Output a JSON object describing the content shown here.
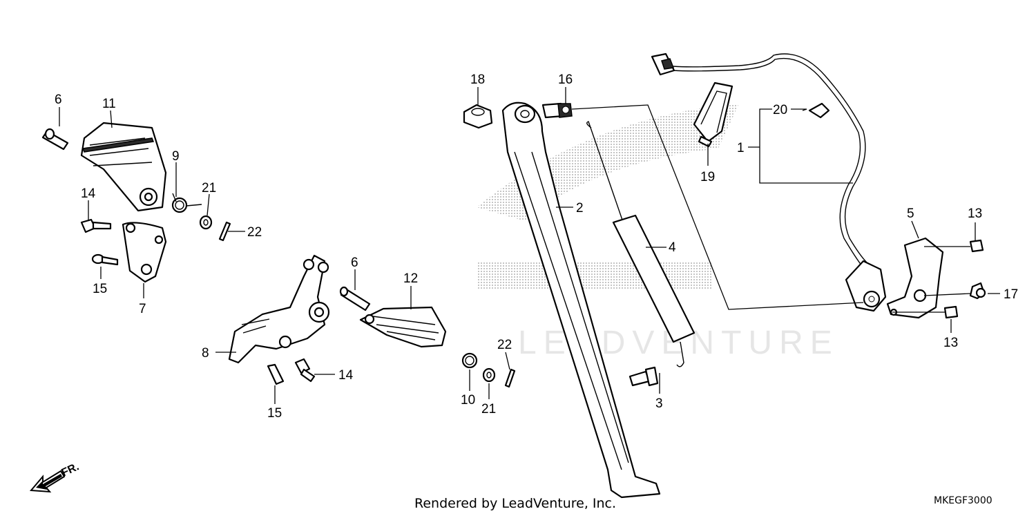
{
  "watermark": {
    "text": "LEADVENTURE"
  },
  "callouts": [
    {
      "id": "c6a",
      "text": "6"
    },
    {
      "id": "c11",
      "text": "11"
    },
    {
      "id": "c9",
      "text": "9"
    },
    {
      "id": "c21a",
      "text": "21"
    },
    {
      "id": "c22a",
      "text": "22"
    },
    {
      "id": "c14a",
      "text": "14"
    },
    {
      "id": "c15a",
      "text": "15"
    },
    {
      "id": "c7",
      "text": "7"
    },
    {
      "id": "c8",
      "text": "8"
    },
    {
      "id": "c15b",
      "text": "15"
    },
    {
      "id": "c14b",
      "text": "14"
    },
    {
      "id": "c6b",
      "text": "6"
    },
    {
      "id": "c12",
      "text": "12"
    },
    {
      "id": "c10",
      "text": "10"
    },
    {
      "id": "c21b",
      "text": "21"
    },
    {
      "id": "c22b",
      "text": "22"
    },
    {
      "id": "c18",
      "text": "18"
    },
    {
      "id": "c16",
      "text": "16"
    },
    {
      "id": "c2",
      "text": "2"
    },
    {
      "id": "c4",
      "text": "4"
    },
    {
      "id": "c3",
      "text": "3"
    },
    {
      "id": "c19",
      "text": "19"
    },
    {
      "id": "c20",
      "text": "20"
    },
    {
      "id": "c1",
      "text": "1"
    },
    {
      "id": "c5",
      "text": "5"
    },
    {
      "id": "c13a",
      "text": "13"
    },
    {
      "id": "c17",
      "text": "17"
    },
    {
      "id": "c13b",
      "text": "13"
    }
  ],
  "front_arrow": {
    "label": "FR."
  },
  "footer": {
    "credit": "Rendered by LeadVenture, Inc.",
    "diagram_code": "MKEGF3000"
  }
}
